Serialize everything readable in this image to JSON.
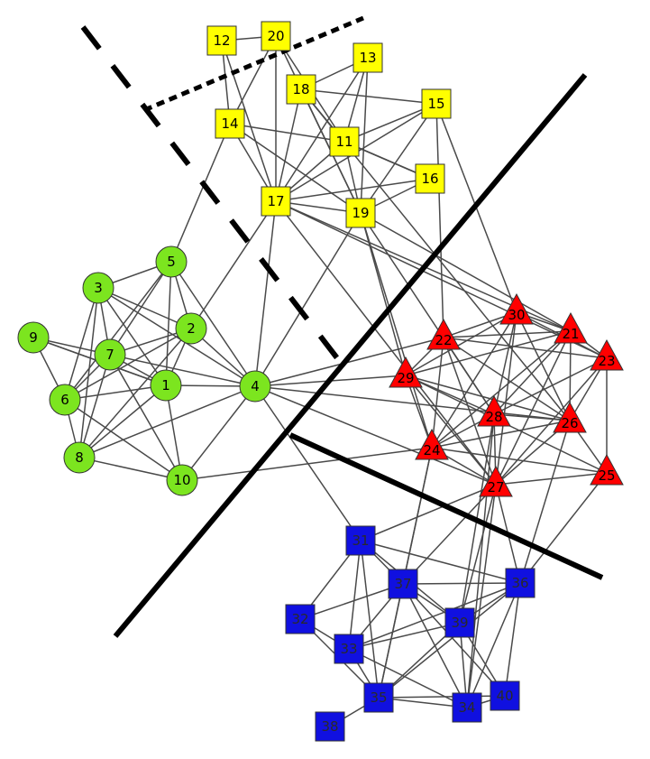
{
  "groups": {
    "yellow": {
      "shape": "square",
      "fill": "#ffff00",
      "label_color": "#000000"
    },
    "green": {
      "shape": "circle",
      "fill": "#7ce51f",
      "label_color": "#000000"
    },
    "red": {
      "shape": "triangle",
      "fill": "#ff0000",
      "label_color": "#000000"
    },
    "blue": {
      "shape": "square",
      "fill": "#1010e0",
      "label_color": "#2a2a2a"
    }
  },
  "nodes": [
    {
      "id": "1",
      "group": "green"
    },
    {
      "id": "2",
      "group": "green"
    },
    {
      "id": "3",
      "group": "green"
    },
    {
      "id": "4",
      "group": "green"
    },
    {
      "id": "5",
      "group": "green"
    },
    {
      "id": "6",
      "group": "green"
    },
    {
      "id": "7",
      "group": "green"
    },
    {
      "id": "8",
      "group": "green"
    },
    {
      "id": "9",
      "group": "green"
    },
    {
      "id": "10",
      "group": "green"
    },
    {
      "id": "11",
      "group": "yellow"
    },
    {
      "id": "12",
      "group": "yellow"
    },
    {
      "id": "13",
      "group": "yellow"
    },
    {
      "id": "14",
      "group": "yellow"
    },
    {
      "id": "15",
      "group": "yellow"
    },
    {
      "id": "16",
      "group": "yellow"
    },
    {
      "id": "17",
      "group": "yellow"
    },
    {
      "id": "18",
      "group": "yellow"
    },
    {
      "id": "19",
      "group": "yellow"
    },
    {
      "id": "20",
      "group": "yellow"
    },
    {
      "id": "21",
      "group": "red"
    },
    {
      "id": "22",
      "group": "red"
    },
    {
      "id": "23",
      "group": "red"
    },
    {
      "id": "24",
      "group": "red"
    },
    {
      "id": "25",
      "group": "red"
    },
    {
      "id": "26",
      "group": "red"
    },
    {
      "id": "27",
      "group": "red"
    },
    {
      "id": "28",
      "group": "red"
    },
    {
      "id": "29",
      "group": "red"
    },
    {
      "id": "30",
      "group": "red"
    },
    {
      "id": "31",
      "group": "blue"
    },
    {
      "id": "32",
      "group": "blue"
    },
    {
      "id": "33",
      "group": "blue"
    },
    {
      "id": "34",
      "group": "blue"
    },
    {
      "id": "35",
      "group": "blue"
    },
    {
      "id": "36",
      "group": "blue"
    },
    {
      "id": "37",
      "group": "blue"
    },
    {
      "id": "38",
      "group": "blue"
    },
    {
      "id": "39",
      "group": "blue"
    },
    {
      "id": "40",
      "group": "blue"
    }
  ],
  "edges": [
    [
      "1",
      "2"
    ],
    [
      "1",
      "3"
    ],
    [
      "1",
      "4"
    ],
    [
      "1",
      "5"
    ],
    [
      "1",
      "6"
    ],
    [
      "1",
      "7"
    ],
    [
      "1",
      "8"
    ],
    [
      "1",
      "9"
    ],
    [
      "1",
      "10"
    ],
    [
      "2",
      "3"
    ],
    [
      "2",
      "4"
    ],
    [
      "2",
      "5"
    ],
    [
      "2",
      "7"
    ],
    [
      "2",
      "6"
    ],
    [
      "2",
      "8"
    ],
    [
      "2",
      "17"
    ],
    [
      "3",
      "5"
    ],
    [
      "3",
      "6"
    ],
    [
      "3",
      "7"
    ],
    [
      "3",
      "8"
    ],
    [
      "3",
      "4"
    ],
    [
      "4",
      "5"
    ],
    [
      "4",
      "7"
    ],
    [
      "4",
      "17"
    ],
    [
      "4",
      "19"
    ],
    [
      "4",
      "10"
    ],
    [
      "4",
      "8"
    ],
    [
      "4",
      "27"
    ],
    [
      "4",
      "31"
    ],
    [
      "4",
      "22"
    ],
    [
      "4",
      "29"
    ],
    [
      "4",
      "26"
    ],
    [
      "5",
      "14"
    ],
    [
      "5",
      "6"
    ],
    [
      "5",
      "7"
    ],
    [
      "6",
      "7"
    ],
    [
      "6",
      "8"
    ],
    [
      "6",
      "9"
    ],
    [
      "6",
      "10"
    ],
    [
      "7",
      "8"
    ],
    [
      "7",
      "9"
    ],
    [
      "7",
      "10"
    ],
    [
      "8",
      "10"
    ],
    [
      "9",
      "1"
    ],
    [
      "10",
      "24"
    ],
    [
      "12",
      "20"
    ],
    [
      "12",
      "14"
    ],
    [
      "12",
      "17"
    ],
    [
      "20",
      "17"
    ],
    [
      "20",
      "11"
    ],
    [
      "20",
      "19"
    ],
    [
      "20",
      "14"
    ],
    [
      "13",
      "18"
    ],
    [
      "13",
      "17"
    ],
    [
      "13",
      "11"
    ],
    [
      "13",
      "19"
    ],
    [
      "14",
      "17"
    ],
    [
      "14",
      "11"
    ],
    [
      "14",
      "19"
    ],
    [
      "15",
      "18"
    ],
    [
      "15",
      "17"
    ],
    [
      "15",
      "19"
    ],
    [
      "15",
      "22"
    ],
    [
      "15",
      "30"
    ],
    [
      "15",
      "11"
    ],
    [
      "16",
      "19"
    ],
    [
      "16",
      "17"
    ],
    [
      "16",
      "11"
    ],
    [
      "17",
      "19"
    ],
    [
      "17",
      "18"
    ],
    [
      "17",
      "11"
    ],
    [
      "17",
      "21"
    ],
    [
      "17",
      "27"
    ],
    [
      "17",
      "23"
    ],
    [
      "18",
      "11"
    ],
    [
      "18",
      "19"
    ],
    [
      "18",
      "26"
    ],
    [
      "19",
      "28"
    ],
    [
      "19",
      "24"
    ],
    [
      "19",
      "29"
    ],
    [
      "19",
      "21"
    ],
    [
      "11",
      "19"
    ],
    [
      "11",
      "16"
    ],
    [
      "21",
      "22"
    ],
    [
      "21",
      "23"
    ],
    [
      "21",
      "26"
    ],
    [
      "21",
      "30"
    ],
    [
      "21",
      "24"
    ],
    [
      "21",
      "28"
    ],
    [
      "21",
      "29"
    ],
    [
      "21",
      "27"
    ],
    [
      "22",
      "23"
    ],
    [
      "22",
      "24"
    ],
    [
      "22",
      "26"
    ],
    [
      "22",
      "27"
    ],
    [
      "22",
      "28"
    ],
    [
      "22",
      "29"
    ],
    [
      "22",
      "30"
    ],
    [
      "23",
      "25"
    ],
    [
      "23",
      "26"
    ],
    [
      "23",
      "27"
    ],
    [
      "23",
      "30"
    ],
    [
      "23",
      "28"
    ],
    [
      "24",
      "25"
    ],
    [
      "24",
      "26"
    ],
    [
      "24",
      "27"
    ],
    [
      "24",
      "28"
    ],
    [
      "24",
      "29"
    ],
    [
      "24",
      "30"
    ],
    [
      "25",
      "26"
    ],
    [
      "25",
      "27"
    ],
    [
      "25",
      "29"
    ],
    [
      "26",
      "27"
    ],
    [
      "26",
      "28"
    ],
    [
      "26",
      "29"
    ],
    [
      "26",
      "30"
    ],
    [
      "27",
      "28"
    ],
    [
      "27",
      "29"
    ],
    [
      "27",
      "30"
    ],
    [
      "28",
      "29"
    ],
    [
      "28",
      "30"
    ],
    [
      "29",
      "30"
    ],
    [
      "31",
      "32"
    ],
    [
      "31",
      "33"
    ],
    [
      "31",
      "35"
    ],
    [
      "31",
      "36"
    ],
    [
      "31",
      "37"
    ],
    [
      "31",
      "39"
    ],
    [
      "32",
      "33"
    ],
    [
      "32",
      "35"
    ],
    [
      "32",
      "37"
    ],
    [
      "33",
      "34"
    ],
    [
      "33",
      "35"
    ],
    [
      "33",
      "37"
    ],
    [
      "33",
      "39"
    ],
    [
      "33",
      "36"
    ],
    [
      "34",
      "35"
    ],
    [
      "34",
      "36"
    ],
    [
      "34",
      "37"
    ],
    [
      "34",
      "39"
    ],
    [
      "34",
      "40"
    ],
    [
      "35",
      "36"
    ],
    [
      "35",
      "37"
    ],
    [
      "35",
      "38"
    ],
    [
      "35",
      "39"
    ],
    [
      "35",
      "40"
    ],
    [
      "36",
      "37"
    ],
    [
      "36",
      "39"
    ],
    [
      "36",
      "40"
    ],
    [
      "37",
      "39"
    ],
    [
      "37",
      "40"
    ],
    [
      "39",
      "40"
    ],
    [
      "27",
      "31"
    ],
    [
      "27",
      "39"
    ],
    [
      "27",
      "36"
    ],
    [
      "27",
      "34"
    ],
    [
      "27",
      "37"
    ],
    [
      "24",
      "37"
    ],
    [
      "24",
      "35"
    ],
    [
      "28",
      "39"
    ],
    [
      "28",
      "34"
    ],
    [
      "26",
      "36"
    ],
    [
      "25",
      "36"
    ]
  ]
}
